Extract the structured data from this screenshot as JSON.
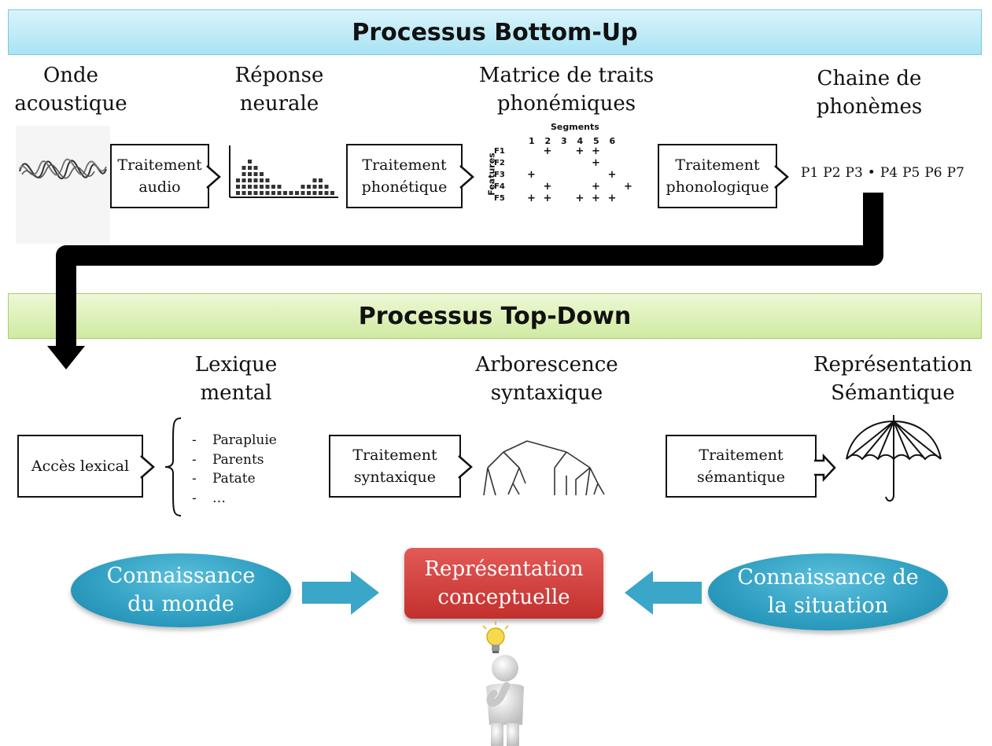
{
  "banners": {
    "bottom_up": "Processus Bottom-Up",
    "top_down": "Processus Top-Down"
  },
  "bottom_up": {
    "stages": [
      {
        "label": "Onde\nacoustique"
      },
      {
        "label": "Réponse\nneurale"
      },
      {
        "label": "Matrice de traits\nphonémiques"
      },
      {
        "label": "Chaine de\nphonèmes"
      }
    ],
    "processes": [
      {
        "label": "Traitement\naudio"
      },
      {
        "label": "Traitement\nphonétique"
      },
      {
        "label": "Traitement\nphonologique"
      }
    ],
    "matrix": {
      "title": "Segments",
      "columns": [
        "1",
        "2",
        "3",
        "4",
        "5",
        "6"
      ],
      "rows": [
        "F1",
        "F2",
        "F3",
        "F4",
        "F5"
      ],
      "axis_label": "Features"
    },
    "phonemes": [
      "P1",
      "P2",
      "P3",
      "•",
      "P4",
      "P5",
      "P6",
      "P7"
    ]
  },
  "top_down": {
    "stages": [
      {
        "label": "Lexique\nmental"
      },
      {
        "label": "Arborescence\nsyntaxique"
      },
      {
        "label": "Représentation\nSémantique"
      }
    ],
    "processes": [
      {
        "label": "Accès lexical"
      },
      {
        "label": "Traitement\nsyntaxique"
      },
      {
        "label": "Traitement\nsémantique"
      }
    ],
    "lexicon": [
      "Parapluie",
      "Parents",
      "Patate",
      "…"
    ]
  },
  "bottom_row": {
    "left": "Connaissance\ndu monde",
    "center": "Représentation\nconceptuelle",
    "right": "Connaissance de\nla situation"
  },
  "colors": {
    "oval": "#2d9dc0",
    "concept": "#c2302d",
    "arrow": "#3aa6c8",
    "banner_blue": "#a9e3f3",
    "banner_green": "#cfeaa1"
  }
}
